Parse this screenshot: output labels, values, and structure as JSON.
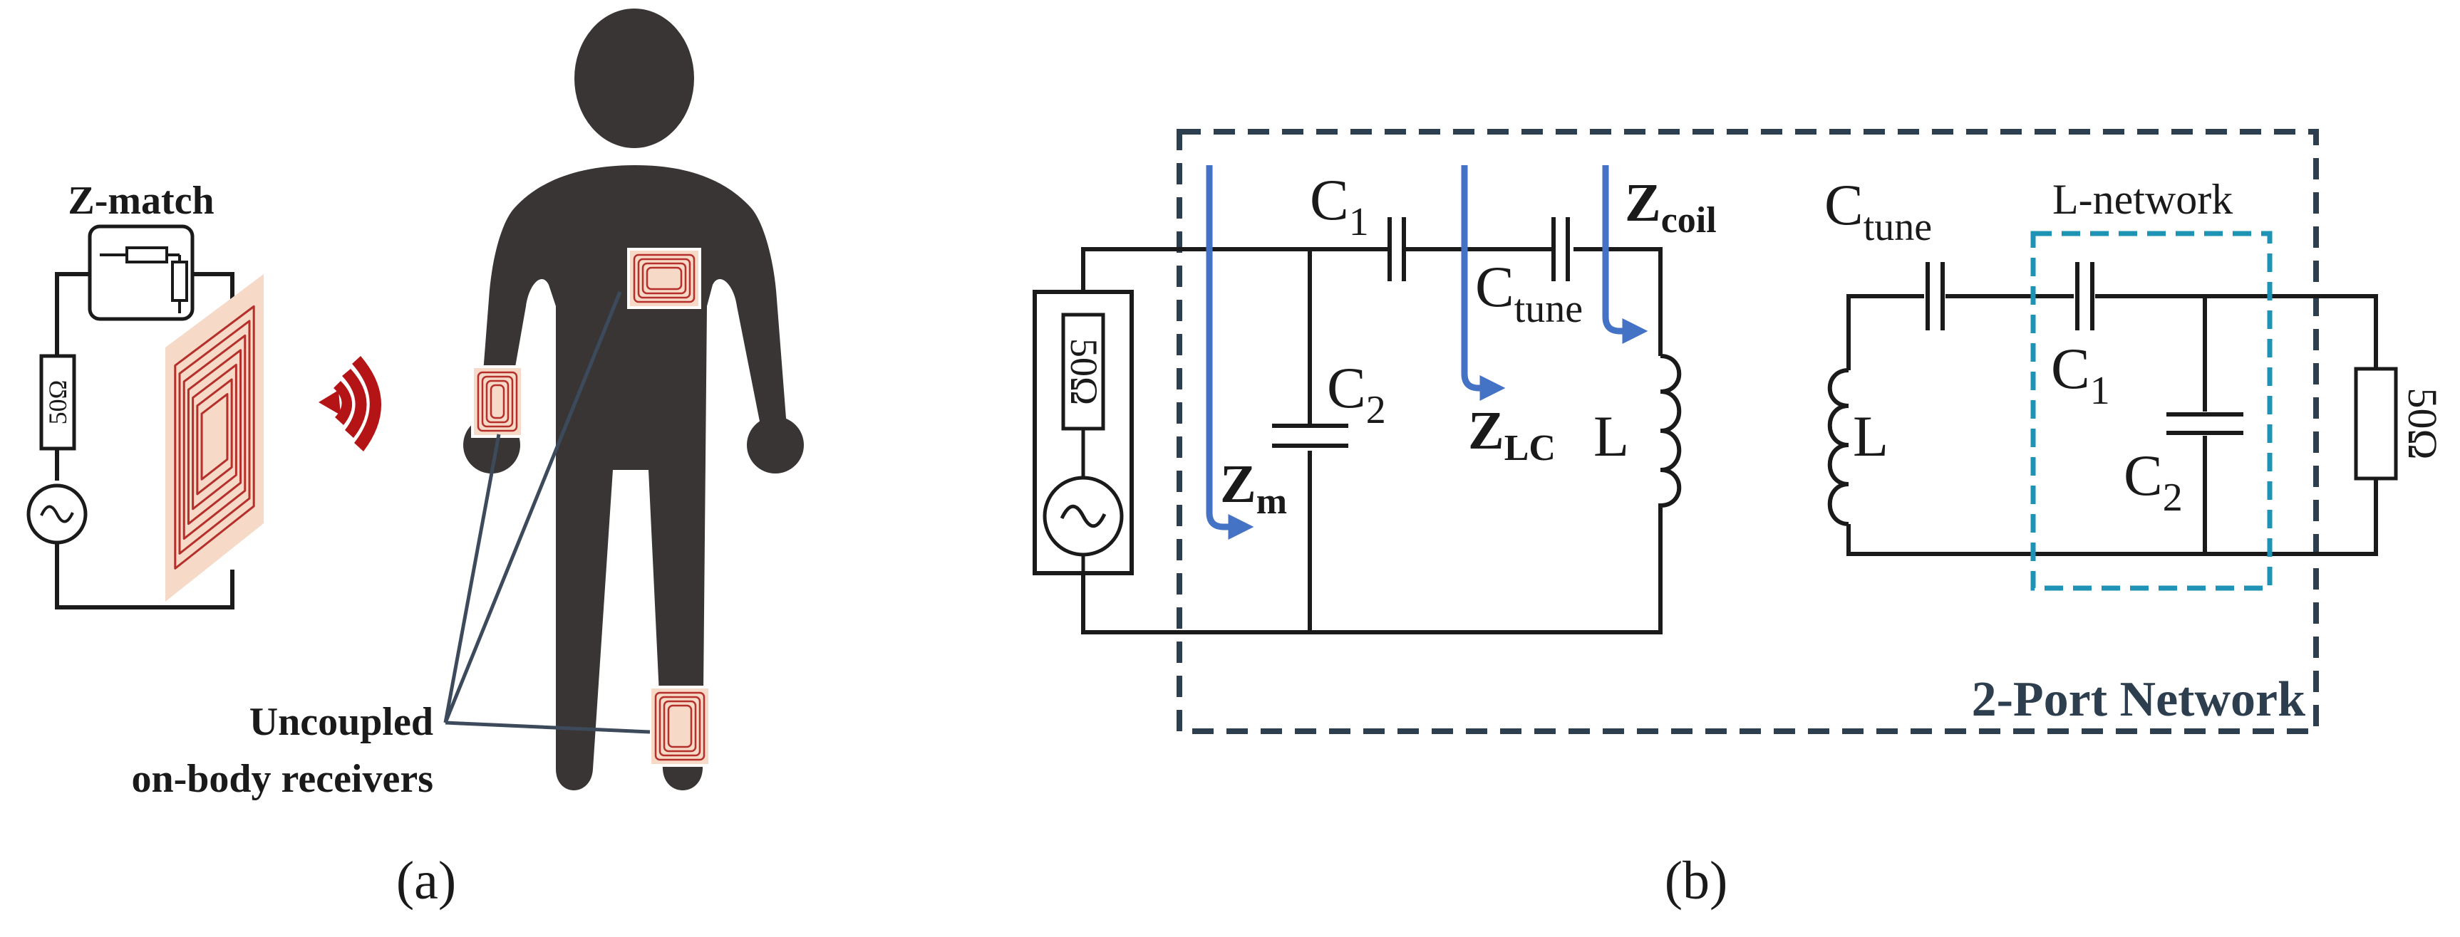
{
  "panel_a": {
    "caption": "(a)",
    "zmatch_label": "Z-match",
    "source_resistor": "50Ω",
    "receivers_label_line1": "Uncoupled",
    "receivers_label_line2": "on-body receivers"
  },
  "panel_b": {
    "caption": "(b)",
    "two_port_label": "2-Port Network",
    "source_resistor": "50Ω",
    "left_circuit": {
      "c1_main": "C",
      "c1_sub": "1",
      "ctune_main": "C",
      "ctune_sub": "tune",
      "c2_main": "C",
      "c2_sub": "2",
      "l": "L",
      "zm_main": "Z",
      "zm_sub": "m",
      "zlc_main": "Z",
      "zlc_sub": "LC",
      "zcoil_main": "Z",
      "zcoil_sub": "coil"
    },
    "right_circuit": {
      "ctune_main": "C",
      "ctune_sub": "tune",
      "lnetwork_label": "L-network",
      "c1_main": "C",
      "c1_sub": "1",
      "c2_main": "C",
      "c2_sub": "2",
      "l": "L",
      "load_resistor": "50Ω"
    }
  },
  "colors": {
    "wire": "#1a1a1a",
    "body": "#3a3535",
    "coil": "#b5302b",
    "coil_pad": "#f7d9c7",
    "wave": "#b51416",
    "impedance_arrow": "#4472c4",
    "two_port_border": "#2d3e4f",
    "two_port_text": "#2d3e4f",
    "lnetwork_border": "#1e93b5",
    "receiver_lines": "#3c4a5c"
  }
}
